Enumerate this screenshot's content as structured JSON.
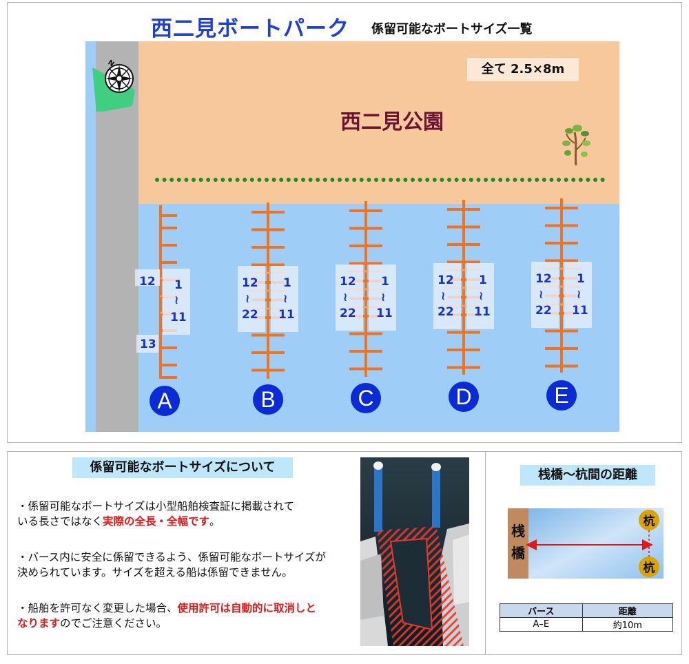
{
  "header": {
    "title": "西二見ボートパーク",
    "subtitle": "係留可能なボートサイズ一覧"
  },
  "map": {
    "park_name": "西二見公園",
    "size_label": "全て  2.5×8m",
    "compass_label": "N",
    "pier_a": {
      "label": "A",
      "left_top": "12",
      "left_bottom": "13",
      "right_top": "1",
      "right_wave": "≀",
      "right_bottom": "11"
    },
    "piers": [
      {
        "label": "B",
        "left_top": "12",
        "left_wave": "≀",
        "left_bottom": "22",
        "right_top": "1",
        "right_wave": "≀",
        "right_bottom": "11"
      },
      {
        "label": "C",
        "left_top": "12",
        "left_wave": "≀",
        "left_bottom": "22",
        "right_top": "1",
        "right_wave": "≀",
        "right_bottom": "11"
      },
      {
        "label": "D",
        "left_top": "12",
        "left_wave": "≀",
        "left_bottom": "22",
        "right_top": "1",
        "right_wave": "≀",
        "right_bottom": "11"
      },
      {
        "label": "E",
        "left_top": "12",
        "left_wave": "≀",
        "left_bottom": "22",
        "right_top": "1",
        "right_wave": "≀",
        "right_bottom": "11"
      }
    ],
    "colors": {
      "sea": "#9ecdf7",
      "park": "#f6c89b",
      "road": "#b3b3b3",
      "pier": "#f07320",
      "circle": "#0a2bd6"
    }
  },
  "info": {
    "title": "係留可能なボートサイズについて",
    "p1_a": "・係留可能なボートサイズは小型船舶検査証に掲載されて",
    "p1_b": "いる長さではなく",
    "p1_red": "実際の全長・全幅です",
    "p1_c": "。",
    "p2_a": "・バース内に安全に係留できるよう、係留可能なボートサイズが",
    "p2_b": "決められています。サイズを超える船は係留できません。",
    "p3_a": "・船舶を許可なく変更した場合、",
    "p3_red1": "使用許可は自動的に取消しと",
    "p3_red2": "なります",
    "p3_b": "のでご注意ください。"
  },
  "distance": {
    "title": "桟橋～杭間の距離",
    "pier_label_1": "桟",
    "pier_label_2": "橋",
    "pile_label": "杭",
    "table": {
      "headers": [
        "バース",
        "距離"
      ],
      "rows": [
        [
          "A–E",
          "約10m"
        ]
      ]
    }
  }
}
